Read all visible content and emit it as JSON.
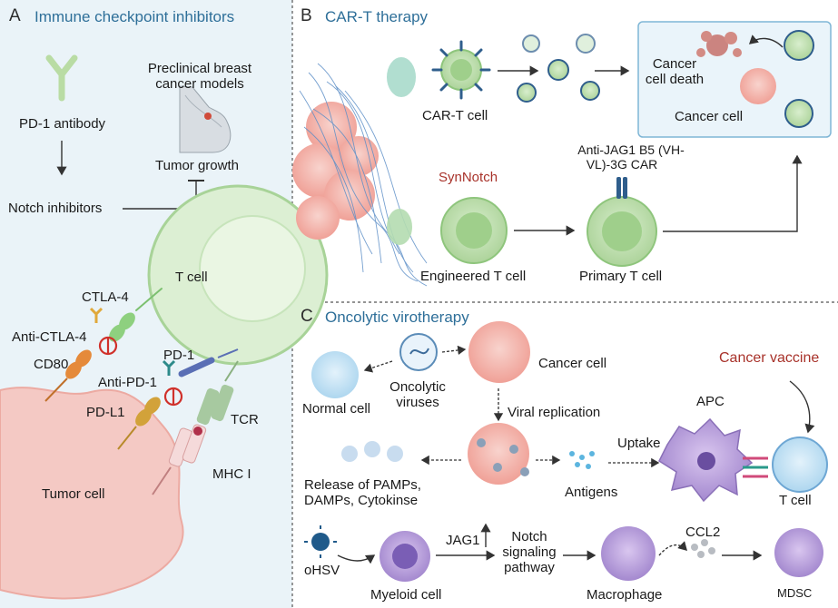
{
  "panels": {
    "a": {
      "letter": "A",
      "title": "Immune checkpoint inhibitors",
      "labels": {
        "pd1_antibody": "PD-1 antibody",
        "preclinical_l1": "Preclinical breast",
        "preclinical_l2": "cancer models",
        "tumor_growth": "Tumor growth",
        "notch_inhibitors": "Notch inhibitors",
        "t_cell": "T cell",
        "ctla4": "CTLA-4",
        "anti_ctla4": "Anti-CTLA-4",
        "cd80": "CD80",
        "pd1": "PD-1",
        "anti_pd1": "Anti-PD-1",
        "pdl1": "PD-L1",
        "tcr": "TCR",
        "mhc1": "MHC I",
        "tumor_cell": "Tumor cell"
      }
    },
    "b": {
      "letter": "B",
      "title": "CAR-T therapy",
      "labels": {
        "cart_cell": "CAR-T cell",
        "cancer_cell_death_l1": "Cancer",
        "cancer_cell_death_l2": "cell death",
        "cancer_cell": "Cancer cell",
        "anti_jag1_l1": "Anti-JAG1 B5 (VH-",
        "anti_jag1_l2": "VL)-3G CAR",
        "synnotch": "SynNotch",
        "engineered_t_cell": "Engineered T cell",
        "primary_t_cell": "Primary T cell"
      }
    },
    "c": {
      "letter": "C",
      "title": "Oncolytic virotherapy",
      "labels": {
        "cancer_vaccine": "Cancer vaccine",
        "normal_cell": "Normal cell",
        "oncolytic_l1": "Oncolytic",
        "oncolytic_l2": "viruses",
        "cancer_cell": "Cancer cell",
        "viral_replication": "Viral replication",
        "apc": "APC",
        "uptake": "Uptake",
        "release_l1": "Release of PAMPs,",
        "release_l2": "DAMPs, Cytokinse",
        "antigens": "Antigens",
        "t_cell": "T cell",
        "ohsv": "oHSV",
        "jag1": "JAG1",
        "notch_l1": "Notch",
        "notch_l2": "signaling",
        "notch_l3": "pathway",
        "ccl2": "CCL2",
        "myeloid_cell": "Myeloid cell",
        "macrophage": "Macrophage",
        "mdsc": "MDSC"
      }
    }
  },
  "colors": {
    "panel_a_bg": "#eaf3f8",
    "title_blue": "#2e6f99",
    "accent_red": "#a8322a",
    "tumor_pink": "#f3b8b0",
    "tcell_green": "#cfe6c4"
  }
}
